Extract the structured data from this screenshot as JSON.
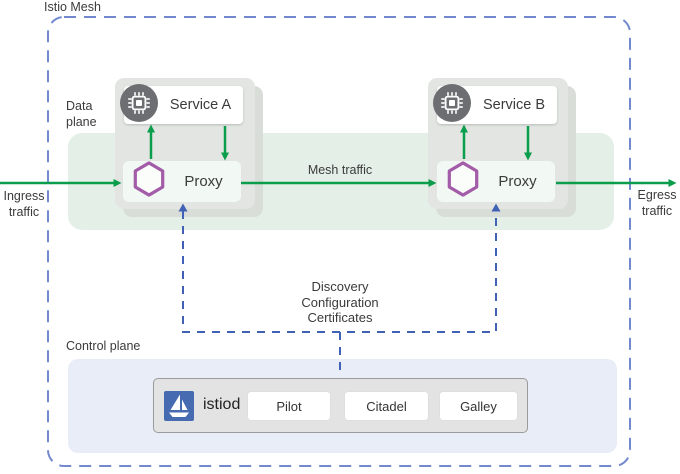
{
  "title": "Istio Mesh",
  "labels": {
    "data_plane": "Data\nplane",
    "control_plane": "Control plane",
    "ingress": "Ingress\ntraffic",
    "egress": "Egress\ntraffic",
    "mesh_traffic": "Mesh traffic",
    "connector": "Discovery\nConfiguration\nCertificates"
  },
  "pods": {
    "a": {
      "service": "Service A",
      "proxy": "Proxy"
    },
    "b": {
      "service": "Service B",
      "proxy": "Proxy"
    }
  },
  "control_plane": {
    "istiod": "istiod",
    "components": [
      "Pilot",
      "Citadel",
      "Galley"
    ]
  },
  "icons": {
    "service": "microchip-icon",
    "proxy": "hexagon-icon",
    "istiod": "istio-sailboat-icon"
  },
  "colors": {
    "mesh_border_blue": "#7289ce",
    "connector_blue": "#4061b5",
    "traffic_green": "#0a9d4b",
    "band_green": "#e4f0e7",
    "pod_gray": "#e2e5e2",
    "proxy_purple": "#a35ca8",
    "istio_blue": "#466bb0",
    "control_plane_bg": "#e8edf8",
    "istiod_box_bg": "#e3e3e3",
    "service_icon_gray": "#6d6e71"
  }
}
